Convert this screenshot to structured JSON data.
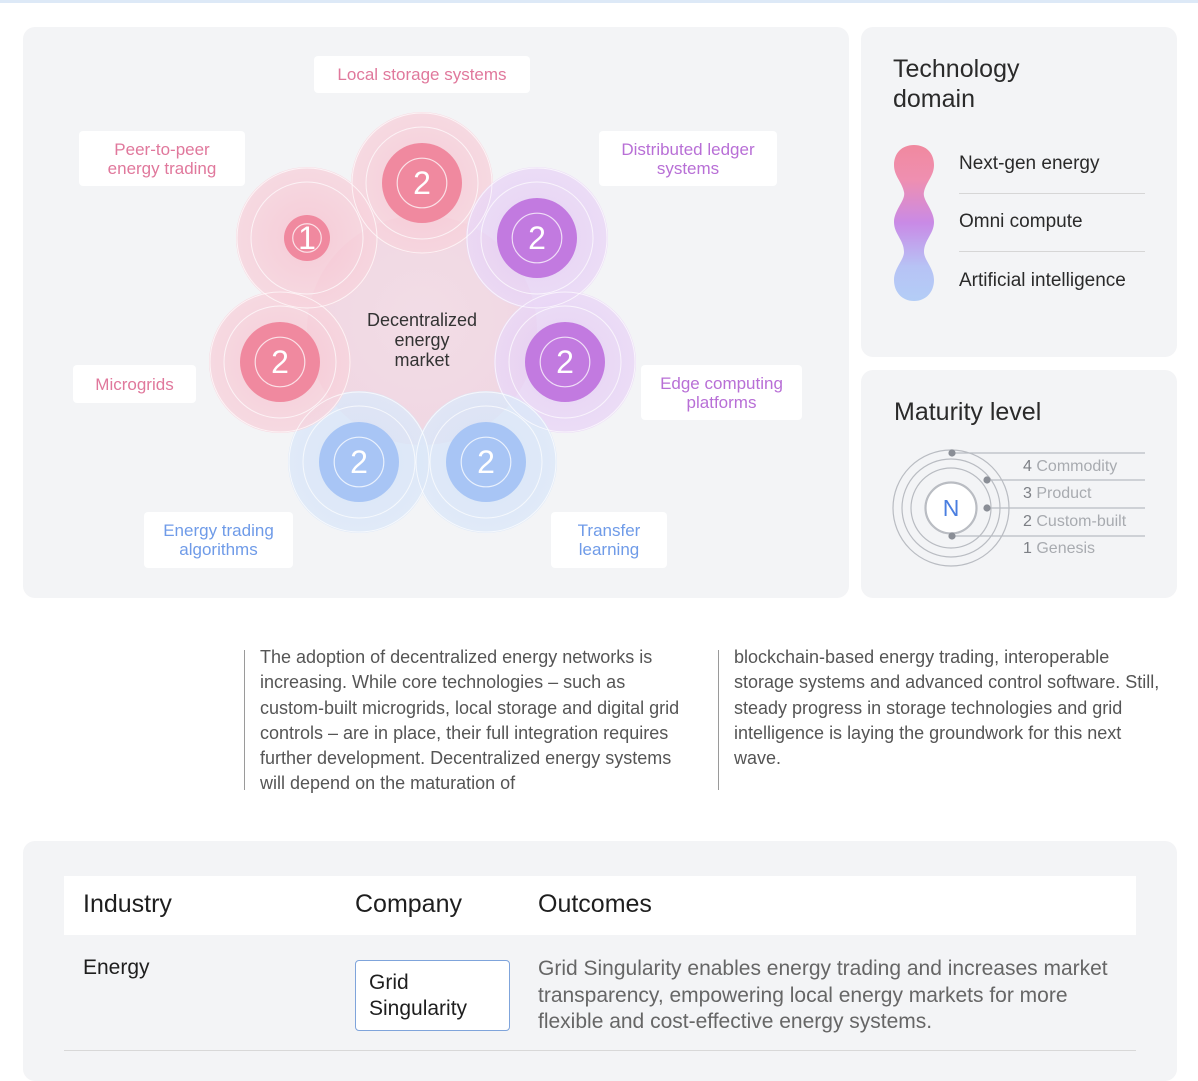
{
  "diagram": {
    "center_label": [
      "Decentralized",
      "energy",
      "market"
    ],
    "nodes": [
      {
        "label": [
          "Local storage systems"
        ],
        "level": "2",
        "domain": "energy"
      },
      {
        "label": [
          "Distributed ledger",
          "systems"
        ],
        "level": "2",
        "domain": "compute"
      },
      {
        "label": [
          "Edge computing",
          "platforms"
        ],
        "level": "2",
        "domain": "compute"
      },
      {
        "label": [
          "Transfer",
          "learning"
        ],
        "level": "2",
        "domain": "ai"
      },
      {
        "label": [
          "Energy trading",
          "algorithms"
        ],
        "level": "2",
        "domain": "ai"
      },
      {
        "label": [
          "Microgrids"
        ],
        "level": "2",
        "domain": "energy"
      },
      {
        "label": [
          "Peer-to-peer",
          "energy trading"
        ],
        "level": "1",
        "domain": "energy"
      }
    ]
  },
  "technology_domain": {
    "title": [
      "Technology",
      "domain"
    ],
    "items": [
      "Next-gen energy",
      "Omni compute",
      "Artificial intelligence"
    ],
    "colors": {
      "energy": "#f0899f",
      "compute": "#c27ae0",
      "ai": "#a8c5f5"
    }
  },
  "maturity": {
    "title": "Maturity level",
    "center": "N",
    "levels": [
      {
        "num": "4",
        "name": "Commodity"
      },
      {
        "num": "3",
        "name": "Product"
      },
      {
        "num": "2",
        "name": "Custom-built"
      },
      {
        "num": "1",
        "name": "Genesis"
      }
    ]
  },
  "body_text": {
    "col1": "The adoption of decentralized energy networks is increasing. While core technologies – such as custom-built microgrids, local storage and digital grid controls – are in place, their full integration requires further development. Decentralized energy systems will depend on the maturation of",
    "col2": "blockchain-based energy trading, interoperable storage systems and advanced control software. Still, steady progress in storage technologies and grid intelligence is laying the groundwork for this next wave."
  },
  "table": {
    "headers": {
      "industry": "Industry",
      "company": "Company",
      "outcomes": "Outcomes"
    },
    "rows": [
      {
        "industry": "Energy",
        "company": "Grid Singularity",
        "outcomes": "Grid Singularity enables energy trading and increases market transparency, empowering local energy markets for more flexible and cost-effective energy systems."
      }
    ]
  }
}
